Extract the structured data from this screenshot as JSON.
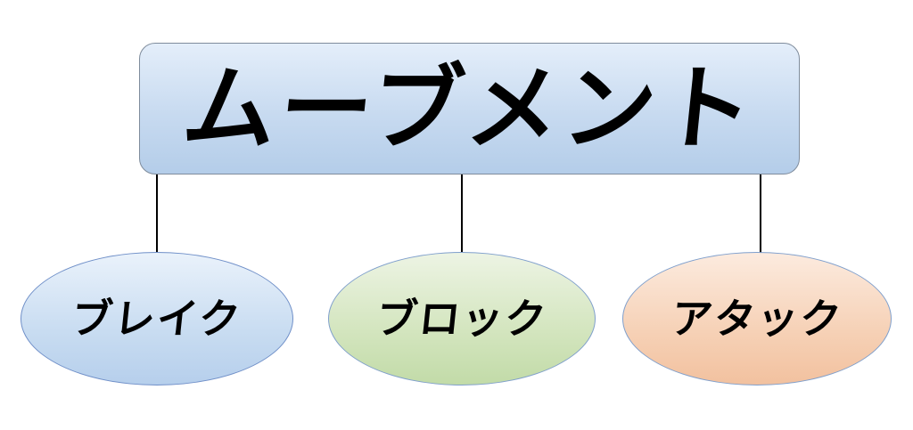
{
  "diagram": {
    "root": {
      "label": "ムーブメント"
    },
    "children": [
      {
        "label": "ブレイク"
      },
      {
        "label": "ブロック"
      },
      {
        "label": "アタック"
      }
    ]
  },
  "colors": {
    "root_fill": "#c7daf0",
    "root_border": "#7f8c9c",
    "child_1_fill": "#c8dcf1",
    "child_2_fill": "#d3e5be",
    "child_3_fill": "#f6d1b6",
    "connector": "#000000",
    "text": "#000000"
  }
}
